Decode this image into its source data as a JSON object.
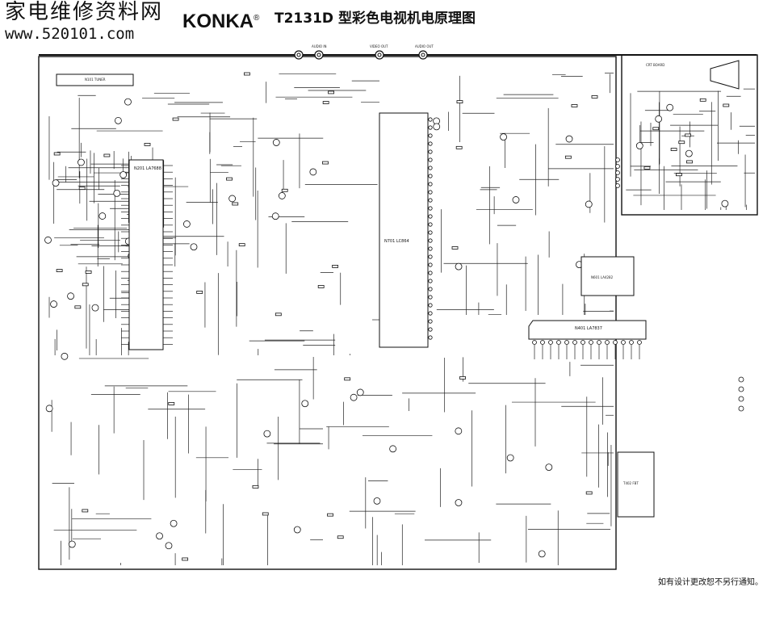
{
  "header": {
    "site_name": "家电维修资料网",
    "site_url": "www.520101.com",
    "brand": "KONKA",
    "brand_mark": "®",
    "title": "T2131D 型彩色电视机电原理图"
  },
  "connectors": {
    "audio_in": "AUDIO IN",
    "video_out": "VIDEO OUT",
    "audio_out": "AUDIO OUT"
  },
  "components": {
    "tuner": "N101 TUNER",
    "main_ic": "N201 LA7688",
    "cpu_ic": "N701 LC864",
    "field_ic": "N401 LA7837",
    "audio_ic": "N601 LA4282",
    "crt_board": "CRT BOARD",
    "flyback": "T402 FBT"
  },
  "footnote": "如有设计更改恕不另行通知。"
}
